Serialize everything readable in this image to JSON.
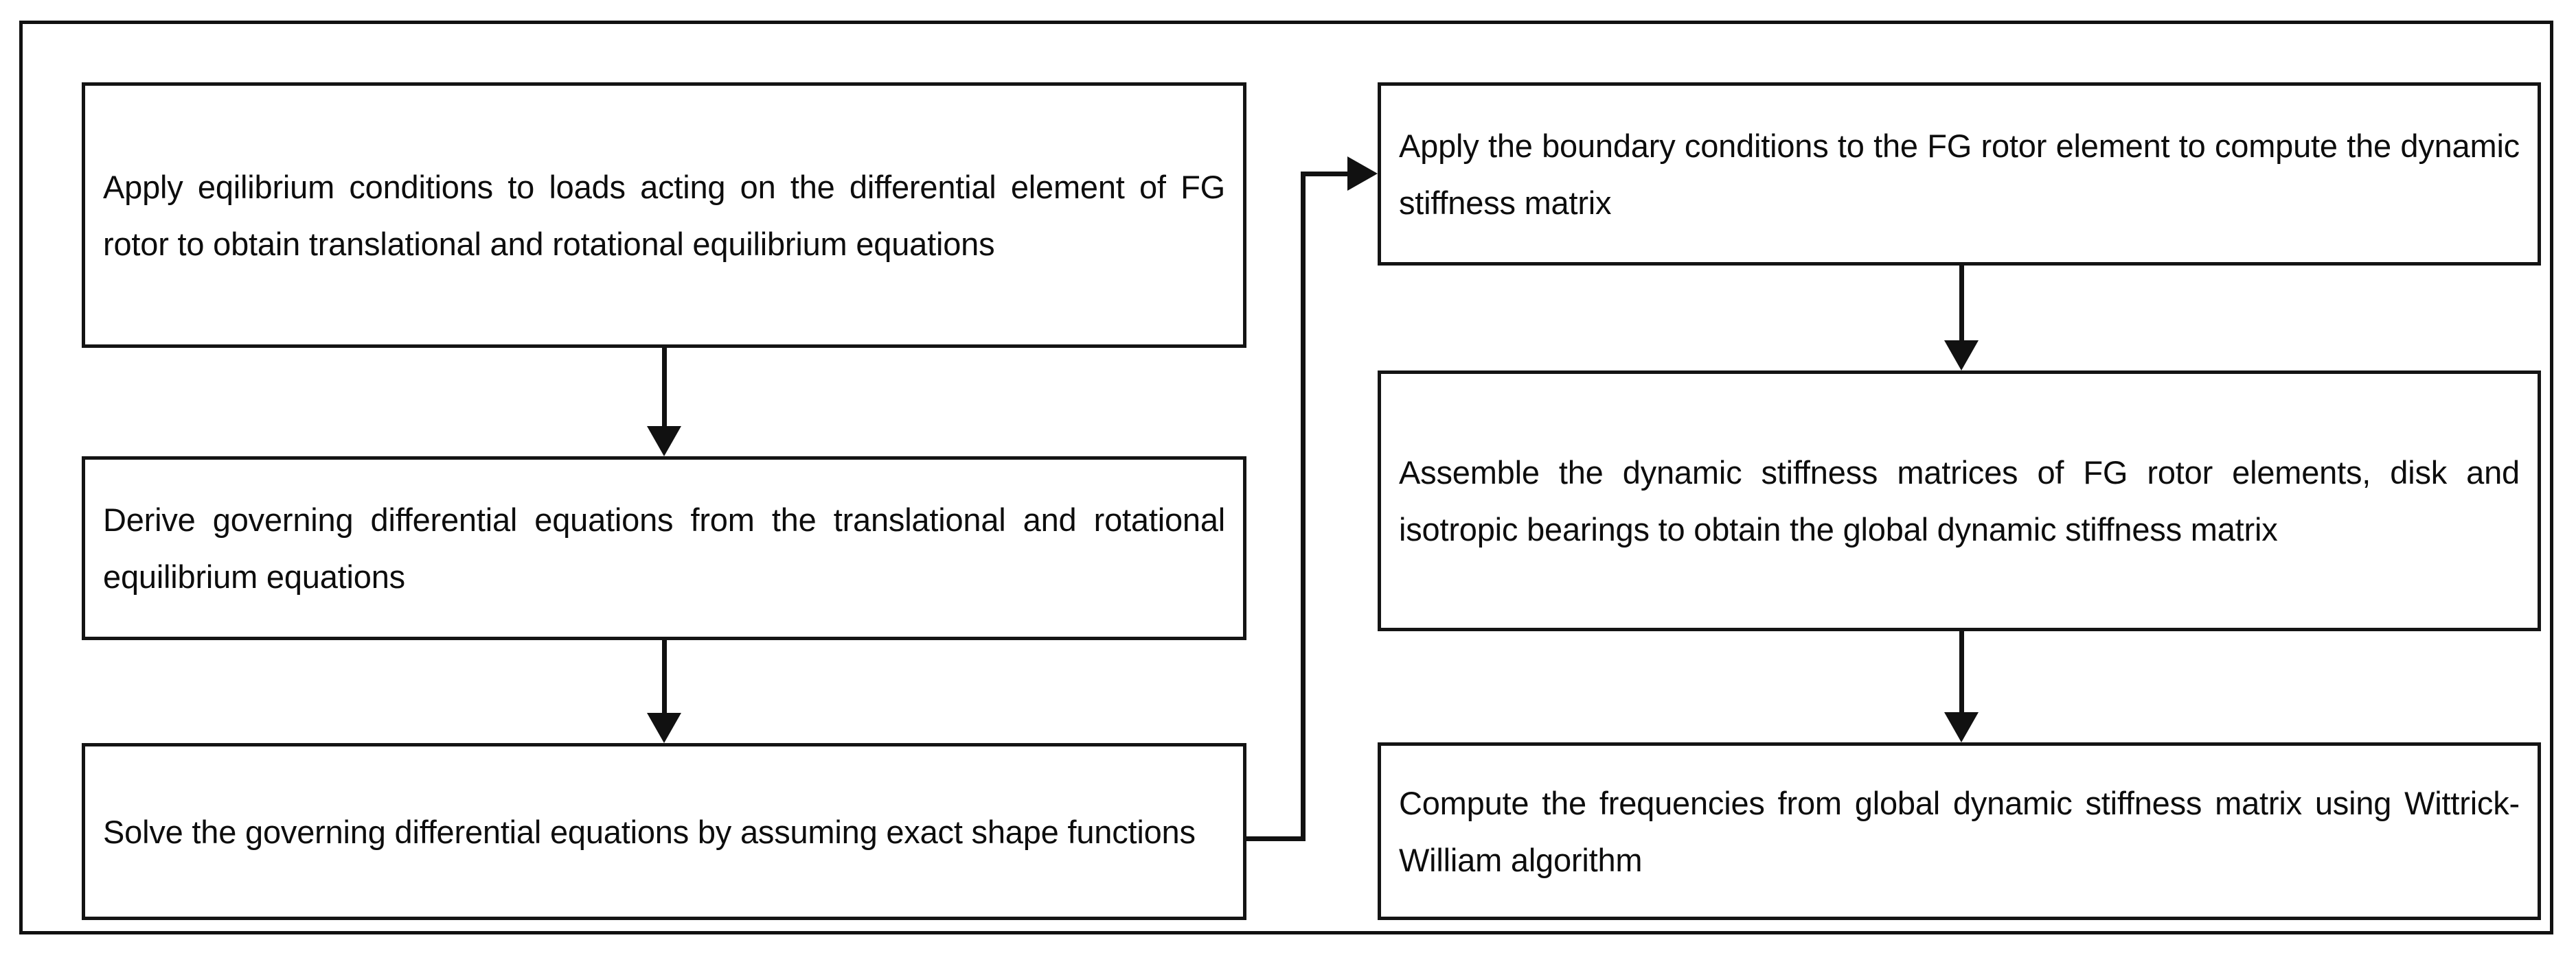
{
  "figure": {
    "type": "flowchart",
    "orientation": "two-column, left column flows down then crosses to right column top",
    "frame_border_color": "#111111",
    "box_border_color": "#141414",
    "connector_color": "#111111",
    "background_color": "#ffffff",
    "text_color": "#0d0d0d"
  },
  "boxes": [
    {
      "id": "apply-equilibrium",
      "order": 1,
      "column": "left",
      "text": "Apply eqilibrium conditions to loads acting on the differential element of FG rotor to obtain translational and rotational equilibrium equations"
    },
    {
      "id": "derive-governing",
      "order": 2,
      "column": "left",
      "text": "Derive governing differential equations from the translational and rotational equilibrium equations"
    },
    {
      "id": "solve-governing",
      "order": 3,
      "column": "left",
      "text": "Solve the governing differential equations by assuming exact shape functions"
    },
    {
      "id": "apply-boundary",
      "order": 4,
      "column": "right",
      "text": "Apply the boundary conditions to the FG rotor element to compute the dynamic stiffness matrix"
    },
    {
      "id": "assemble-matrices",
      "order": 5,
      "column": "right",
      "text": "Assemble the dynamic stiffness matrices of FG rotor elements, disk and isotropic bearings to obtain the global dynamic stiffness matrix"
    },
    {
      "id": "compute-frequency",
      "order": 6,
      "column": "right",
      "text": "Compute the frequencies from global dynamic stiffness matrix using Wittrick-William algorithm"
    }
  ],
  "connectors": [
    {
      "id": "conn-1-2",
      "from": "apply-equilibrium",
      "to": "derive-governing",
      "shape": "vertical",
      "arrowhead": "down"
    },
    {
      "id": "conn-2-3",
      "from": "derive-governing",
      "to": "solve-governing",
      "shape": "vertical",
      "arrowhead": "down"
    },
    {
      "id": "conn-3-4",
      "from": "solve-governing",
      "to": "apply-boundary",
      "shape": "right-up-right",
      "arrowhead": "right"
    },
    {
      "id": "conn-4-5",
      "from": "apply-boundary",
      "to": "assemble-matrices",
      "shape": "vertical",
      "arrowhead": "down"
    },
    {
      "id": "conn-5-6",
      "from": "assemble-matrices",
      "to": "compute-frequency",
      "shape": "vertical",
      "arrowhead": "down"
    }
  ]
}
